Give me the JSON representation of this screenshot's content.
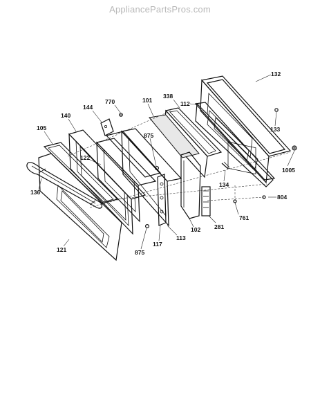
{
  "watermark": "AppliancePartsPros.com",
  "callouts": {
    "c132": "132",
    "c338": "338",
    "c112": "112",
    "c101": "101",
    "c770": "770",
    "c144": "144",
    "c140": "140",
    "c105": "105",
    "c133": "133",
    "c875a": "875",
    "c122": "122",
    "c1005": "1005",
    "c134": "134",
    "c136": "136",
    "c804": "804",
    "c761": "761",
    "c281": "281",
    "c102": "102",
    "c113": "113",
    "c117": "117",
    "c121": "121",
    "c875b": "875"
  }
}
